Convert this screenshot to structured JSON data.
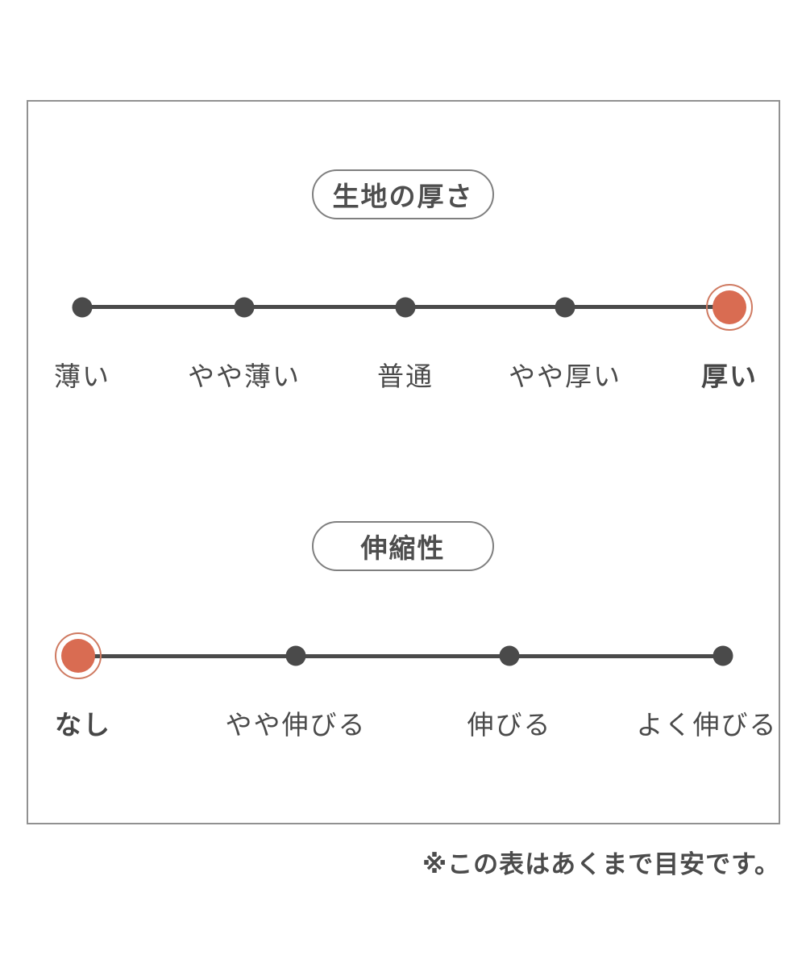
{
  "colors": {
    "accent": "#d96c52",
    "accent_ring": "#cf7a61",
    "line": "#4a4a4a",
    "frame_border": "#919191",
    "text": "#4a4a4a"
  },
  "sections": [
    {
      "title": "生地の厚さ",
      "selected_index": 4,
      "selected_label": "厚い",
      "points": [
        {
          "label": "薄い"
        },
        {
          "label": "やや薄い"
        },
        {
          "label": "普通"
        },
        {
          "label": "やや厚い"
        },
        {
          "label": "厚い"
        }
      ]
    },
    {
      "title": "伸縮性",
      "selected_index": 0,
      "selected_label": "なし",
      "points": [
        {
          "label": "なし"
        },
        {
          "label": "やや伸びる"
        },
        {
          "label": "伸びる"
        },
        {
          "label": "よく伸びる"
        }
      ]
    }
  ],
  "footnote": "※この表はあくまで目安です。"
}
